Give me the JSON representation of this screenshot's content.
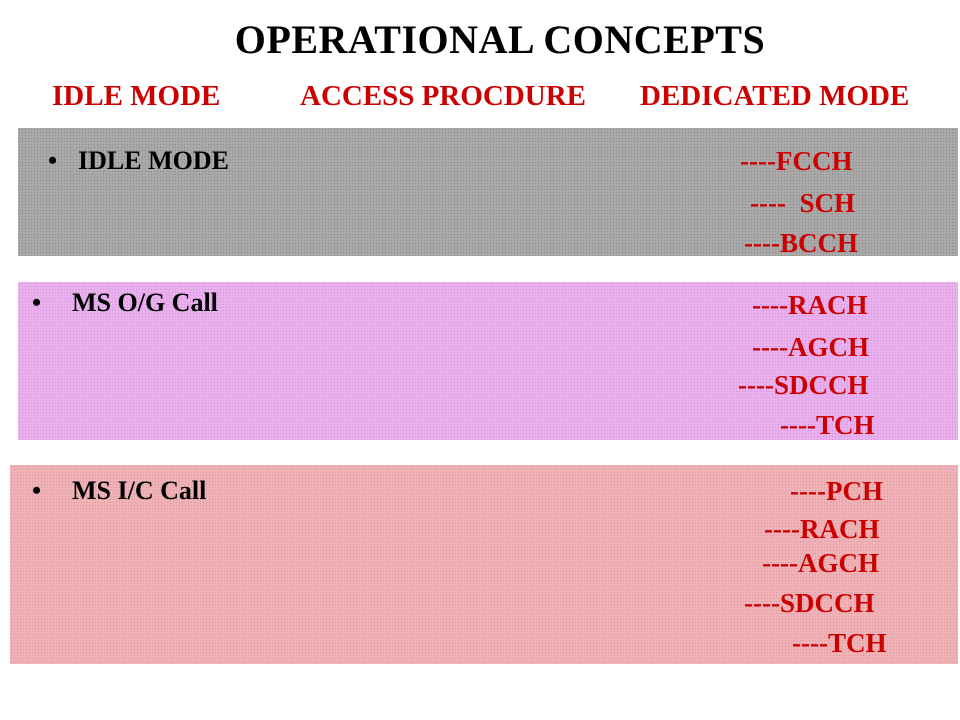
{
  "title": "OPERATIONAL CONCEPTS",
  "headers": [
    "IDLE MODE",
    "ACCESS PROCDURE",
    "DEDICATED MODE"
  ],
  "sections": [
    {
      "bullet": "IDLE MODE",
      "channels": [
        "----FCCH",
        "----  SCH",
        "----BCCH"
      ]
    },
    {
      "bullet": "MS O/G Call",
      "channels": [
        "----RACH",
        "----AGCH",
        "----SDCCH",
        "----TCH"
      ]
    },
    {
      "bullet": "MS  I/C Call",
      "channels": [
        "----PCH",
        "----RACH",
        "----AGCH",
        "----SDCCH",
        "----TCH"
      ]
    }
  ],
  "colors": {
    "heading_red": "#cc0000",
    "gray_box": "#a9a9a9",
    "purple_box": "#e8b0ec",
    "pink_box": "#eeb2b7"
  }
}
